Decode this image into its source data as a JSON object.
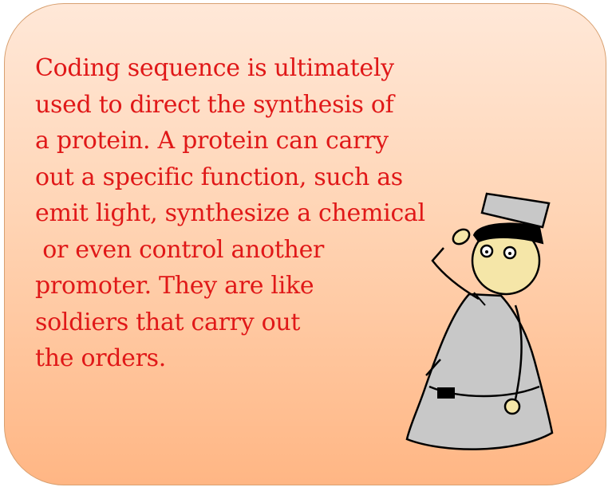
{
  "card": {
    "lines": [
      "Coding sequence is ultimately",
      "used to direct the synthesis of",
      "a protein. A protein can carry",
      "out a specific function, such as",
      "emit light, synthesize a chemical",
      " or even control another",
      "promoter. They are like",
      "soldiers that carry out",
      "the orders."
    ]
  },
  "colors": {
    "text": "#e01818",
    "background_top": "#ffe8d8",
    "background_bottom": "#ffb684",
    "soldier_body": "#c8c8c8",
    "soldier_face": "#f5e6a8"
  },
  "illustration": {
    "icon": "soldier-saluting-icon"
  }
}
